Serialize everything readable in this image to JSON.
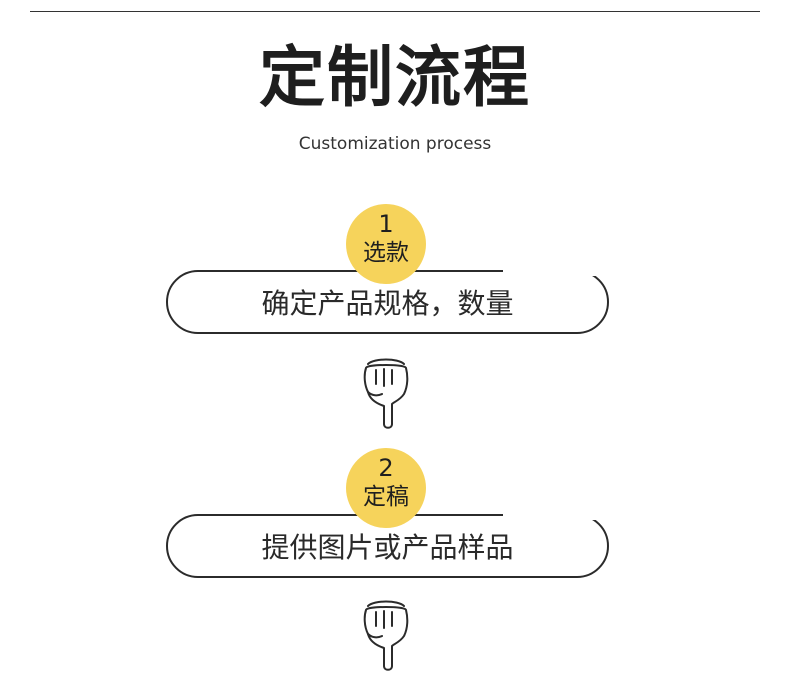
{
  "header": {
    "title": "定制流程",
    "subtitle": "Customization process"
  },
  "steps": [
    {
      "number": "1",
      "name": "选款",
      "description": "确定产品规格，数量"
    },
    {
      "number": "2",
      "name": "定稿",
      "description": "提供图片或产品样品"
    }
  ],
  "colors": {
    "accent": "#f6d35b",
    "outline": "#2b2b2b",
    "text": "#222222"
  },
  "icons": {
    "pointer": "pointing-hand-down-icon"
  }
}
